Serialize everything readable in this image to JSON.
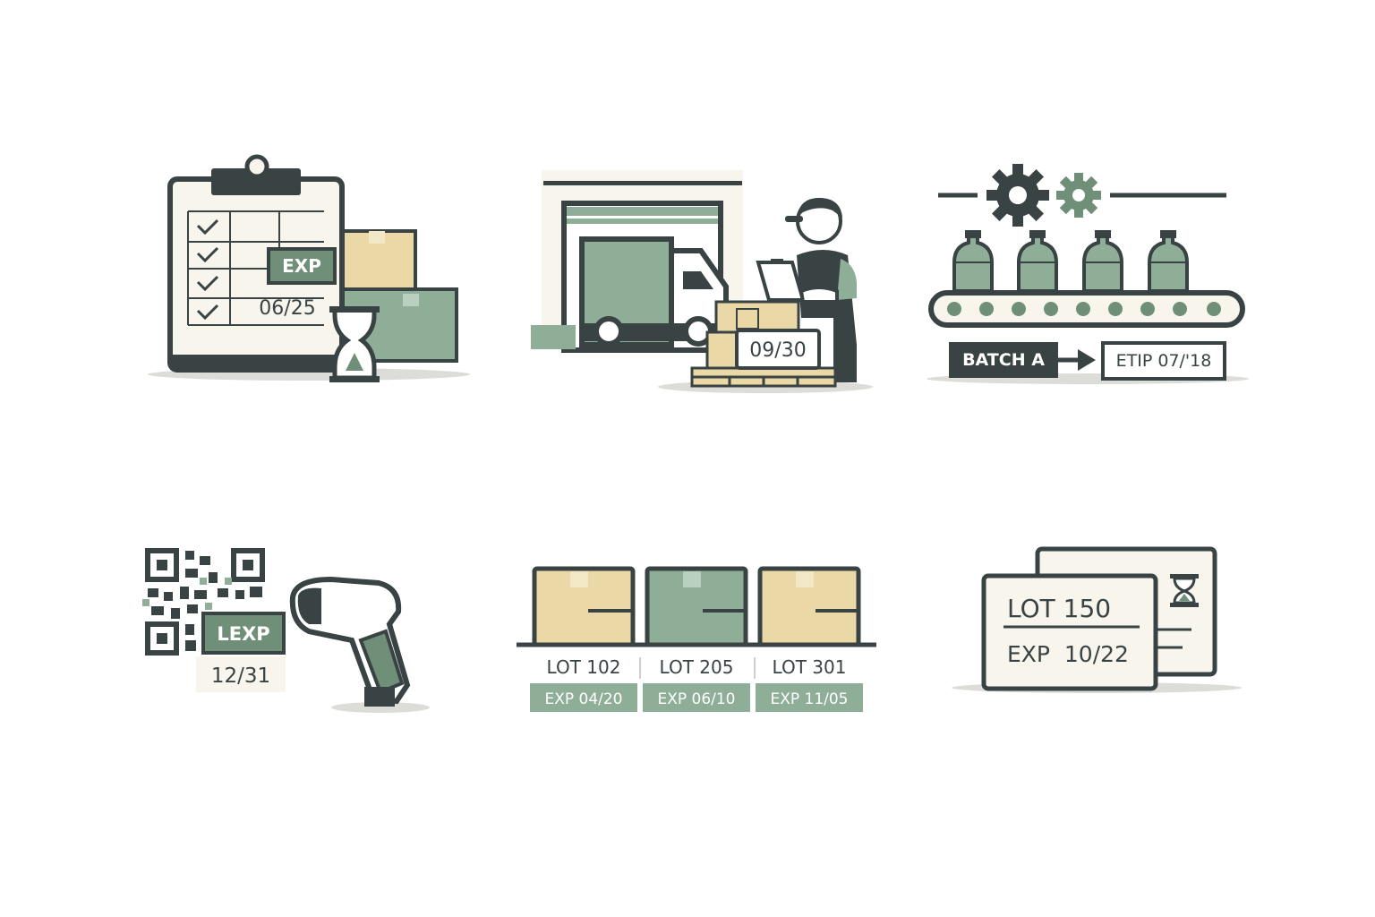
{
  "colors": {
    "dark": "#3a4344",
    "sage": "#8fae98",
    "sage_dark": "#6f8f78",
    "cream": "#f7f5ec",
    "tan": "#ead8a6",
    "tan_dark": "#d9c386",
    "shadow": "#dcdcd8",
    "white": "#ffffff"
  },
  "panels": {
    "clipboard": {
      "icons": [
        "clipboard-icon",
        "checkmark-icon",
        "box-icon",
        "hourglass-icon"
      ],
      "tag": "EXP",
      "date": "06/25"
    },
    "warehouse": {
      "icons": [
        "warehouse-icon",
        "delivery-truck-icon",
        "worker-icon",
        "pallet-boxes-icon"
      ],
      "date": "09/30"
    },
    "production": {
      "icons": [
        "gear-icon",
        "bottle-icon",
        "conveyor-belt-icon",
        "arrow-right-icon"
      ],
      "batch": "BATCH A",
      "result": "ETIP 07/'18"
    },
    "scanner": {
      "icons": [
        "qr-code-icon",
        "barcode-scanner-icon"
      ],
      "tag": "LEXP",
      "date": "12/31"
    },
    "lots": {
      "icons": [
        "box-icon",
        "shelf-icon"
      ],
      "items": [
        {
          "lot": "LOT 102",
          "exp": "EXP 04/20"
        },
        {
          "lot": "LOT 205",
          "exp": "EXP 06/10"
        },
        {
          "lot": "LOT 301",
          "exp": "EXP 11/05"
        }
      ]
    },
    "card": {
      "icons": [
        "label-card-icon",
        "hourglass-icon"
      ],
      "lot": "LOT 150",
      "exp": "EXP  10/22"
    }
  }
}
